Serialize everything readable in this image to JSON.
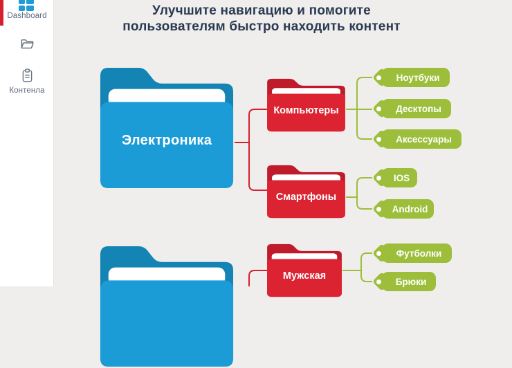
{
  "colors": {
    "accent_red": "#d6202f",
    "folder_blue_front": "#1b9cd6",
    "folder_blue_back": "#1384b4",
    "folder_red_front": "#db2332",
    "folder_red_back": "#bf1b2a",
    "tag_green": "#9cbe3b",
    "sidebar_icon_blue": "#1e9cd7",
    "background": "#efeeec"
  },
  "sidebar": {
    "items": [
      {
        "label": "Dashboard",
        "icon": "dashboard-tiles-icon",
        "active": true
      },
      {
        "label": "",
        "icon": "folder-outline-icon",
        "active": false
      },
      {
        "label": "Контенла",
        "icon": "clipboard-icon",
        "active": false
      }
    ]
  },
  "header": {
    "title_line1": "Улучшите навигацию и помогите",
    "title_line2": "пользователям быстро находить контент"
  },
  "tree": {
    "roots": [
      {
        "label": "Электроника",
        "color": "blue"
      },
      {
        "label": "",
        "color": "blue"
      }
    ],
    "folders": [
      {
        "label": "Компьютеры",
        "color": "red",
        "parent": "Электроника"
      },
      {
        "label": "Смартфоны",
        "color": "red",
        "parent": "Электроника"
      },
      {
        "label": "Мужская",
        "color": "red",
        "parent": ""
      }
    ],
    "tags": [
      {
        "label": "Ноутбуки",
        "parent": "Компьютеры"
      },
      {
        "label": "Десктопы",
        "parent": "Компьютеры"
      },
      {
        "label": "Аксессуары",
        "parent": "Компьютеры"
      },
      {
        "label": "IOS",
        "parent": "Смартфоны"
      },
      {
        "label": "Android",
        "parent": "Смартфоны"
      },
      {
        "label": "Футболки",
        "parent": "Мужская"
      },
      {
        "label": "Брюки",
        "parent": "Мужская"
      }
    ]
  }
}
